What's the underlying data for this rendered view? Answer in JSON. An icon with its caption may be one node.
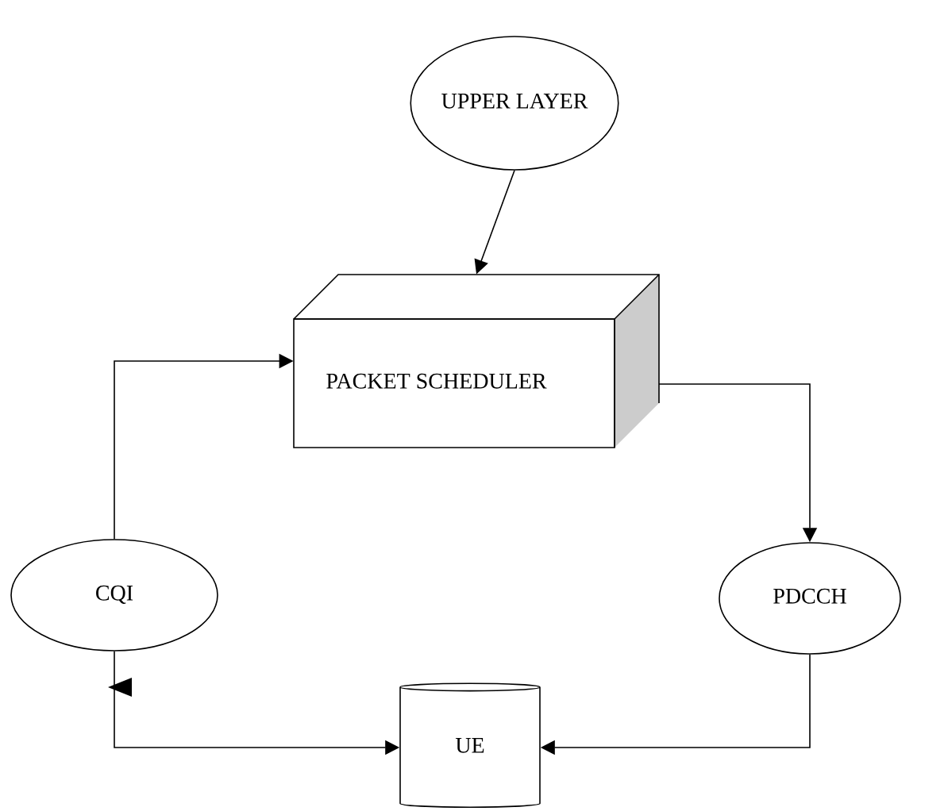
{
  "diagram": {
    "nodes": [
      {
        "text": [
          "UPPER LAYER"
        ]
      },
      {
        "text": [
          "PACKET SCHEDULER"
        ]
      },
      {
        "text": [
          "CQI"
        ]
      },
      {
        "text": [
          "PDCCH"
        ]
      },
      {
        "text": [
          "UE"
        ]
      }
    ],
    "edges": [
      {
        "from": 0,
        "to": 1,
        "arrow": "to"
      },
      {
        "from": 2,
        "to": 1,
        "arrow": "to"
      },
      {
        "from": 1,
        "to": 3,
        "arrow": "to"
      },
      {
        "from": 3,
        "to": 4,
        "arrow": "to"
      },
      {
        "from": 2,
        "to": 4,
        "arrow": "to"
      }
    ]
  }
}
